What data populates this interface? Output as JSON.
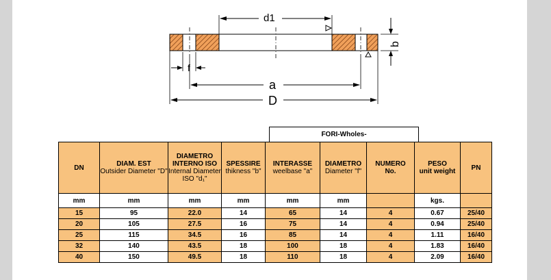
{
  "drawing": {
    "labels": {
      "d1": "d1",
      "b": "b",
      "f": "f",
      "a": "a",
      "D": "D"
    },
    "colors": {
      "hatch_fill": "#f0a05a",
      "hatch_line": "#7a3a10"
    }
  },
  "table": {
    "group_header": "FORI-Wholes-",
    "headers": [
      {
        "main": "DN",
        "sub": ""
      },
      {
        "main": "DIAM. EST",
        "sub": "Outsider Diameter \"D\""
      },
      {
        "main": "DIAMETRO INTERNO ISO",
        "sub": "Internal Diameter ISO \"d₁\""
      },
      {
        "main": "SPESSIRE",
        "sub": "thikness \"b\""
      },
      {
        "main": "INTERASSE",
        "sub": "weelbase \"a\""
      },
      {
        "main": "DIAMETRO",
        "sub": "Diameter \"f\""
      },
      {
        "main": "NUMERO",
        "sub": "No."
      },
      {
        "main": "PESO",
        "sub": "unit weight"
      },
      {
        "main": "PN",
        "sub": ""
      }
    ],
    "units": [
      "mm",
      "mm",
      "mm",
      "mm",
      "mm",
      "mm",
      "",
      "kgs.",
      ""
    ],
    "rows": [
      [
        "15",
        "95",
        "22.0",
        "14",
        "65",
        "14",
        "4",
        "0.67",
        "25/40"
      ],
      [
        "20",
        "105",
        "27.5",
        "16",
        "75",
        "14",
        "4",
        "0.94",
        "25/40"
      ],
      [
        "25",
        "115",
        "34.5",
        "16",
        "85",
        "14",
        "4",
        "1.11",
        "16/40"
      ],
      [
        "32",
        "140",
        "43.5",
        "18",
        "100",
        "18",
        "4",
        "1.83",
        "16/40"
      ],
      [
        "40",
        "150",
        "49.5",
        "18",
        "110",
        "18",
        "4",
        "2.09",
        "16/40"
      ]
    ]
  }
}
